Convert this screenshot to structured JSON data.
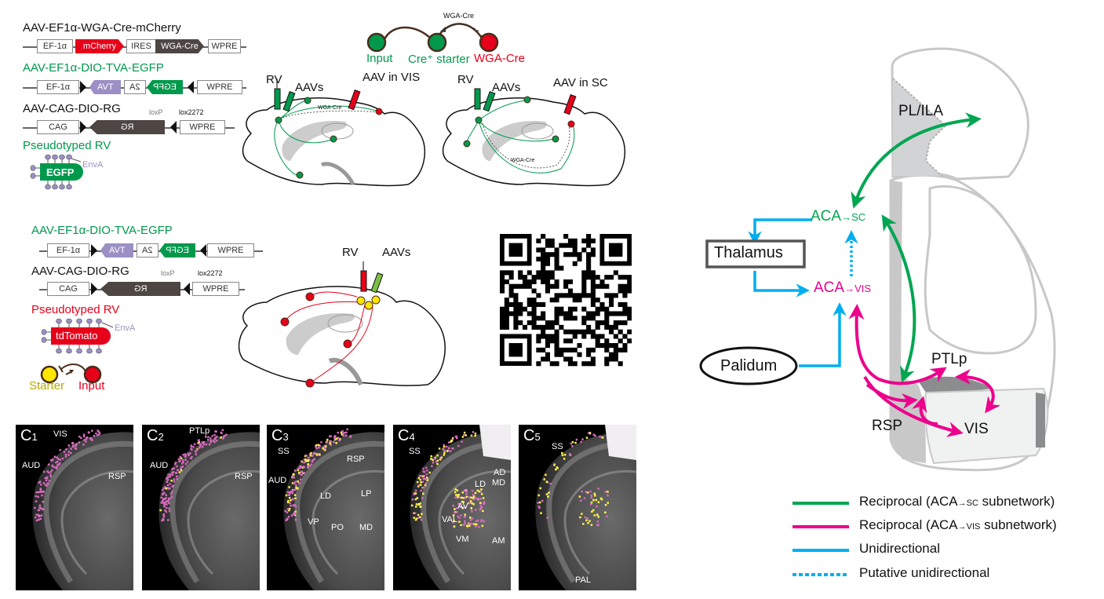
{
  "panel_a": {
    "constructs": [
      {
        "title": "AAV-EF1α-WGA-Cre-mCherry",
        "title_color": "#e6001a",
        "elements": [
          "EF-1α",
          "mCherry",
          "IRES",
          "WGA-Cre",
          "WPRE"
        ]
      },
      {
        "title": "AAV-EF1α-DIO-TVA-EGFP",
        "title_color": "#00994c",
        "elements": [
          "EF-1α",
          "TVA",
          "2A",
          "EGFP",
          "WPRE"
        ]
      },
      {
        "title": "AAV-CAG-DIO-RG",
        "title_color": "#111111",
        "elements": [
          "CAG",
          "RG",
          "WPRE"
        ],
        "site_labels": [
          "loxP",
          "lox2272"
        ]
      }
    ],
    "rv": {
      "title": "Pseudotyped RV",
      "title_color": "#00994c",
      "body_label": "EGFP",
      "envelope_label": "EnvA"
    },
    "scheme": {
      "nodes": [
        {
          "label": "Input",
          "color": "#00994c"
        },
        {
          "label": "Cre⁺ starter",
          "color": "#00994c"
        },
        {
          "label": "WGA-Cre",
          "color": "#e6001a"
        }
      ],
      "dashed_arrow_label": "WGA-Cre"
    },
    "brain_vis": {
      "labels": [
        "RV",
        "AAVs",
        "AAV in VIS"
      ],
      "tract_label": "WGA-Cre"
    },
    "brain_sc": {
      "labels": [
        "RV",
        "AAVs",
        "AAV in SC"
      ],
      "tract_label": "WGA-Cre"
    }
  },
  "panel_b": {
    "constructs": [
      {
        "title": "AAV-EF1α-DIO-TVA-EGFP",
        "title_color": "#00994c",
        "elements": [
          "EF-1α",
          "TVA",
          "2A",
          "EGFP",
          "WPRE"
        ]
      },
      {
        "title": "AAV-CAG-DIO-RG",
        "title_color": "#111111",
        "elements": [
          "CAG",
          "RG",
          "WPRE"
        ],
        "site_labels": [
          "loxP",
          "lox2272"
        ]
      }
    ],
    "rv": {
      "title": "Pseudotyped RV",
      "title_color": "#e6001a",
      "body_label": "tdTomato",
      "envelope_label": "EnvA"
    },
    "scheme": {
      "nodes": [
        {
          "label": "Starter",
          "color": "#b8a800"
        },
        {
          "label": "Input",
          "color": "#e6001a"
        }
      ]
    },
    "brain": {
      "labels": [
        "RV",
        "AAVs"
      ]
    }
  },
  "qr_code": {
    "description": "QR code"
  },
  "panel_c": [
    {
      "id": "C",
      "num": "1",
      "labels": [
        "VIS",
        "AUD",
        "RSP"
      ]
    },
    {
      "id": "C",
      "num": "2",
      "labels": [
        "PTLp",
        "AUD",
        "RSP"
      ]
    },
    {
      "id": "C",
      "num": "3",
      "labels": [
        "SS",
        "RSP",
        "AUD",
        "LD",
        "LP",
        "VP",
        "PO",
        "MD"
      ]
    },
    {
      "id": "C",
      "num": "4",
      "labels": [
        "SS",
        "AD",
        "LD",
        "MD",
        "AV",
        "VAL",
        "VM",
        "AM"
      ]
    },
    {
      "id": "C",
      "num": "5",
      "labels": [
        "SS",
        "PAL"
      ]
    }
  ],
  "network": {
    "nodes": {
      "pl_ila": "PL/ILA",
      "aca_sc_main": "ACA",
      "aca_sc_sub": "→SC",
      "aca_vis_main": "ACA",
      "aca_vis_sub": "→VIS",
      "thalamus": "Thalamus",
      "palidum": "Palidum",
      "ptlp": "PTLp",
      "rsp": "RSP",
      "vis": "VIS"
    },
    "colors": {
      "sc_subnetwork": "#00a651",
      "vis_subnetwork": "#ec008c",
      "unidirectional": "#00aeef"
    }
  },
  "legend": [
    {
      "style": "solid",
      "color": "#00a651",
      "text_pre": "Reciprocal (ACA",
      "text_sub": "→SC",
      "text_post": " subnetwork)"
    },
    {
      "style": "solid",
      "color": "#ec008c",
      "text_pre": "Reciprocal (ACA",
      "text_sub": "→VIS",
      "text_post": " subnetwork)"
    },
    {
      "style": "solid",
      "color": "#00aeef",
      "text_pre": "Unidirectional",
      "text_sub": "",
      "text_post": ""
    },
    {
      "style": "dotted",
      "color": "#00aeef",
      "text_pre": "Putative unidirectional",
      "text_sub": "",
      "text_post": ""
    }
  ]
}
